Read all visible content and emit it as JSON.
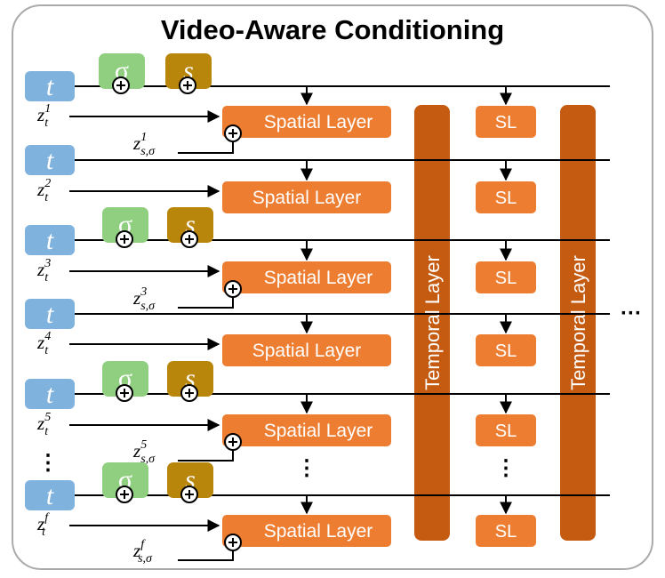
{
  "title": "Video-Aware Conditioning",
  "t_label": "t",
  "sigma_label": "σ",
  "s_label": "s",
  "spatial_layer_label": "Spatial Layer",
  "sl_label": "SL",
  "temporal_layer_label": "Temporal Layer",
  "latent": {
    "base": "z",
    "subscript": "t",
    "frames": [
      "1",
      "2",
      "3",
      "4",
      "5",
      "f"
    ]
  },
  "cond": {
    "base": "z",
    "subscript": "s,σ",
    "frames": [
      "1",
      "3",
      "5",
      "f"
    ]
  },
  "ellipsis_vertical": "⋮",
  "ellipsis_horizontal": "···",
  "colors": {
    "t_box": "#7fb2dd",
    "sigma_box": "#8fcf7f",
    "s_box": "#b8860b",
    "spatial_layer": "#ed7d31",
    "temporal_layer": "#c55a11",
    "frame_border": "#aaaaaa"
  }
}
